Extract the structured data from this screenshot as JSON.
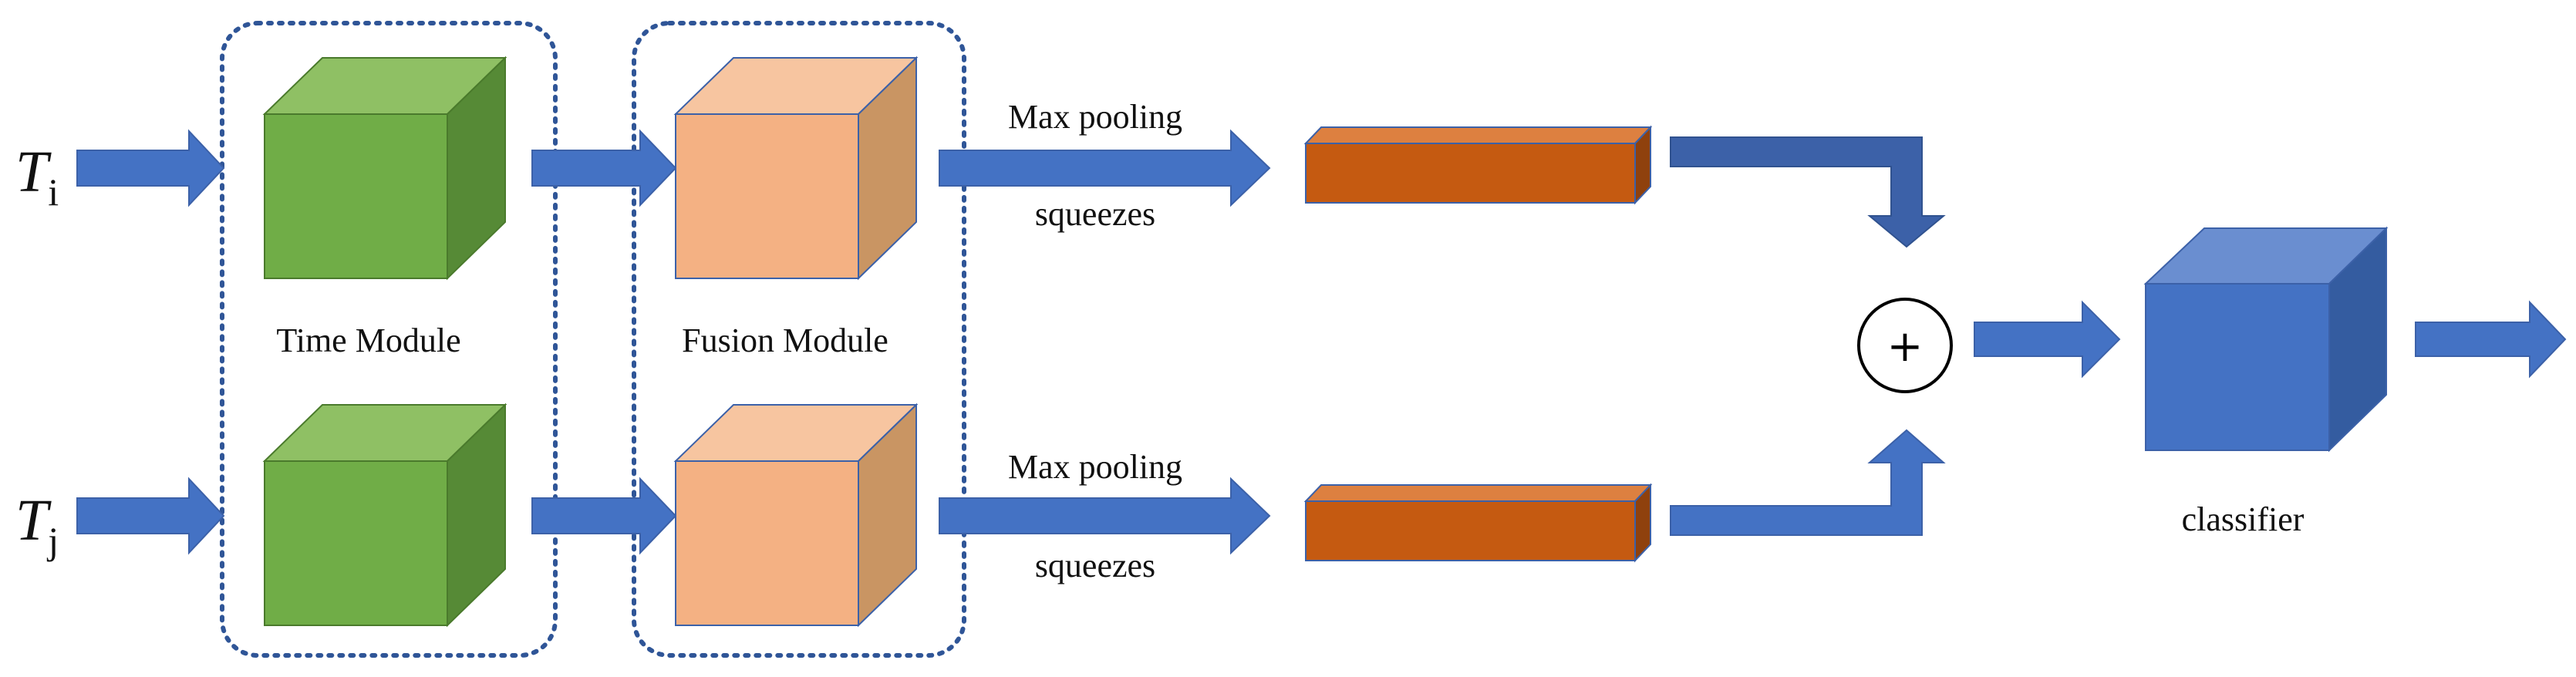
{
  "diagram": {
    "inputs": {
      "top": {
        "symbol": "T",
        "subscript": "i"
      },
      "bottom": {
        "symbol": "T",
        "subscript": "j"
      }
    },
    "modules": {
      "time": {
        "label": "Time Module"
      },
      "fusion": {
        "label": "Fusion Module"
      }
    },
    "pooling": {
      "top": {
        "label_above": "Max pooling",
        "label_below": "squeezes"
      },
      "bottom": {
        "label_above": "Max pooling",
        "label_below": "squeezes"
      }
    },
    "combine": {
      "symbol": "+"
    },
    "classifier": {
      "label": "classifier"
    },
    "colors": {
      "arrow": "#4472C4",
      "arrow_dark": "#3C61A8",
      "green_front": "#70AD47",
      "green_top": "#8FC064",
      "green_side": "#568A36",
      "peach_front": "#F4B183",
      "peach_top": "#F7C5A0",
      "peach_side": "#C99563",
      "orange_front": "#C55A11",
      "orange_top": "#DD8040",
      "orange_side": "#8F410D",
      "blue_front": "#4472C4",
      "blue_top": "#6A8ED0",
      "blue_side": "#345CA0",
      "dotted_border": "#2F5597"
    }
  }
}
